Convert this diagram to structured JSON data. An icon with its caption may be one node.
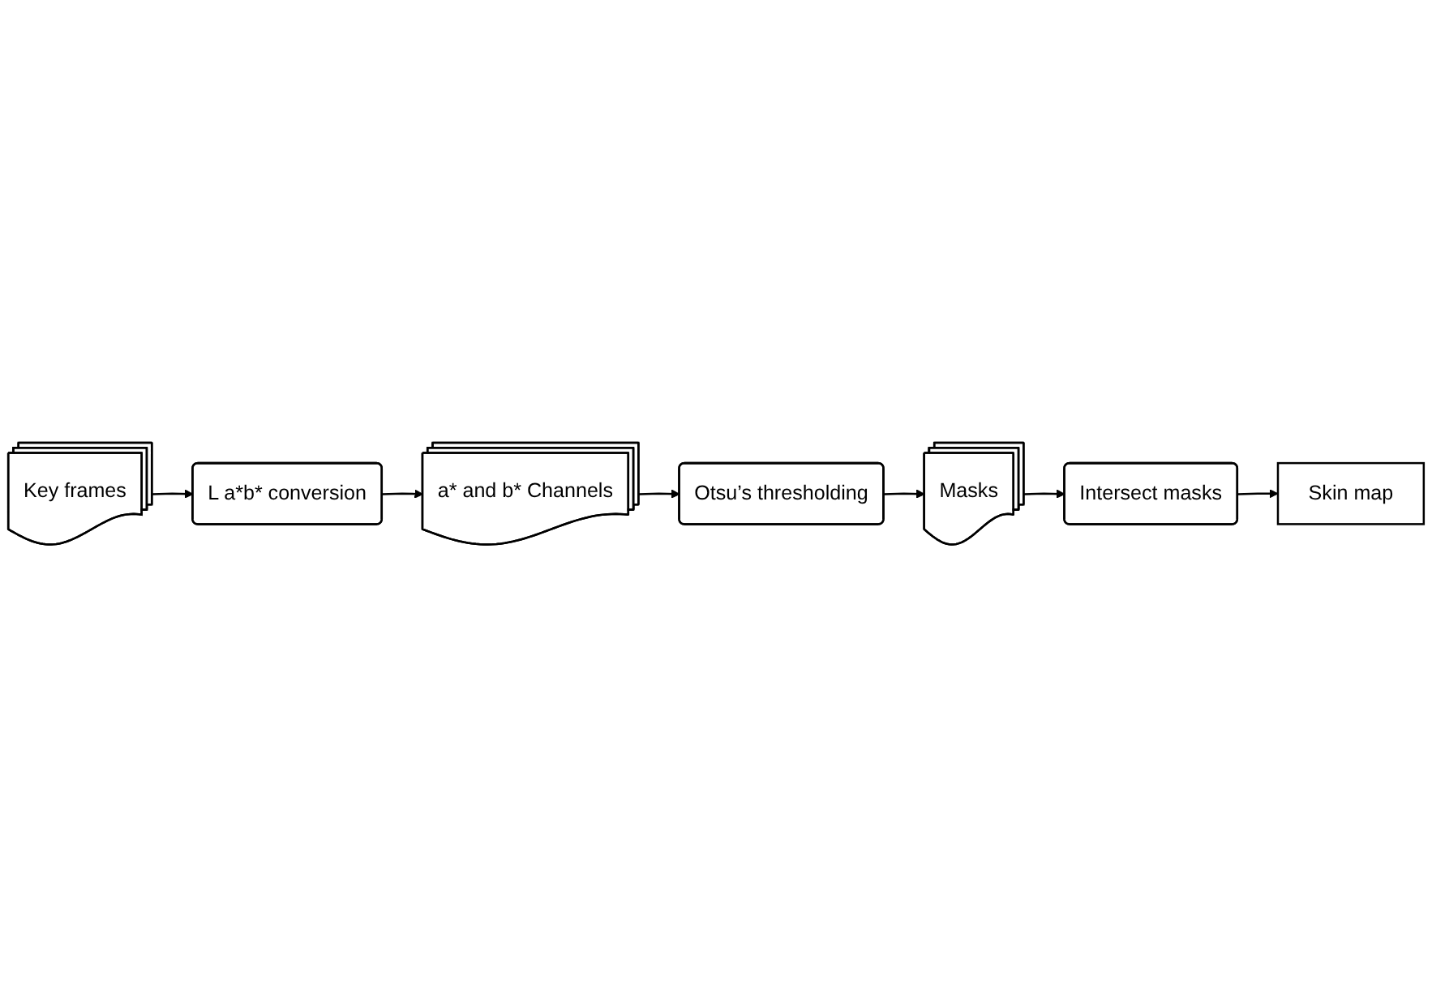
{
  "diagram": {
    "nodes": [
      {
        "text": [
          "Key frames"
        ]
      },
      {
        "text": [
          "L a*b* conversion"
        ]
      },
      {
        "text": [
          "a* and b* Channels"
        ]
      },
      {
        "text": [
          "Otsu’s thresholding"
        ]
      },
      {
        "text": [
          "Masks"
        ]
      },
      {
        "text": [
          "Intersect masks"
        ]
      },
      {
        "text": [
          "Skin map"
        ]
      }
    ],
    "edges": [
      {
        "from": 0,
        "to": 1,
        "arrow": "to"
      },
      {
        "from": 1,
        "to": 2,
        "arrow": "to"
      },
      {
        "from": 2,
        "to": 3,
        "arrow": "to"
      },
      {
        "from": 3,
        "to": 4,
        "arrow": "to"
      },
      {
        "from": 4,
        "to": 5,
        "arrow": "to"
      },
      {
        "from": 5,
        "to": 6,
        "arrow": "to"
      }
    ]
  }
}
